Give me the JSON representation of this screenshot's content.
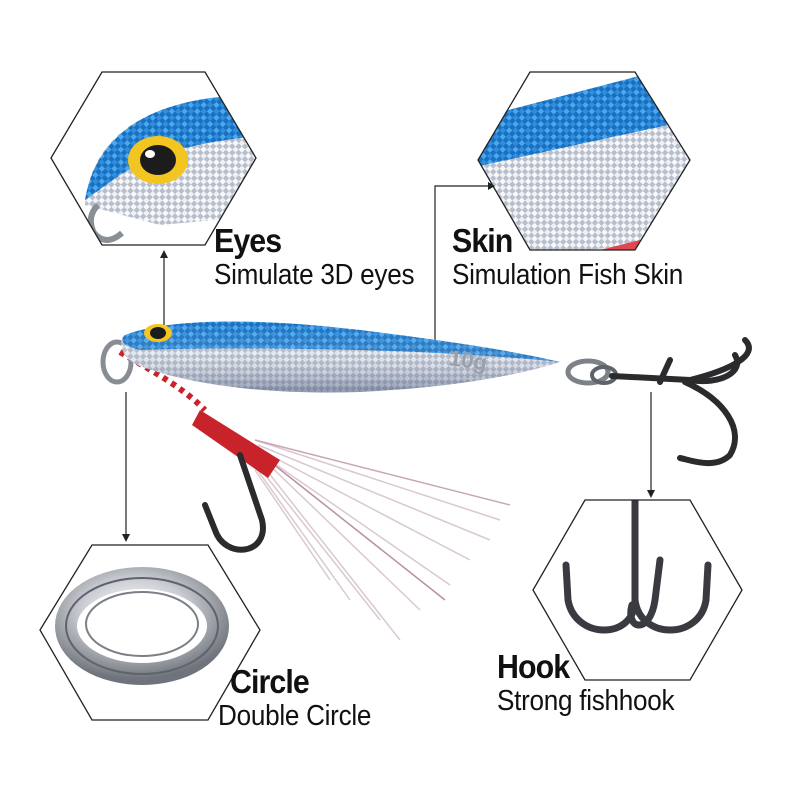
{
  "lure": {
    "weight_mark": "10g"
  },
  "colors": {
    "blue": "#1f86d8",
    "silver": "#d5d8de",
    "red": "#c8232b",
    "hook": "#2b2b2e"
  },
  "callouts": [
    {
      "title": "Eyes",
      "subtitle": "Simulate 3D eyes"
    },
    {
      "title": "Skin",
      "subtitle": "Simulation Fish Skin"
    },
    {
      "title": "Circle",
      "subtitle": "Double Circle"
    },
    {
      "title": "Hook",
      "subtitle": "Strong fishhook"
    }
  ]
}
